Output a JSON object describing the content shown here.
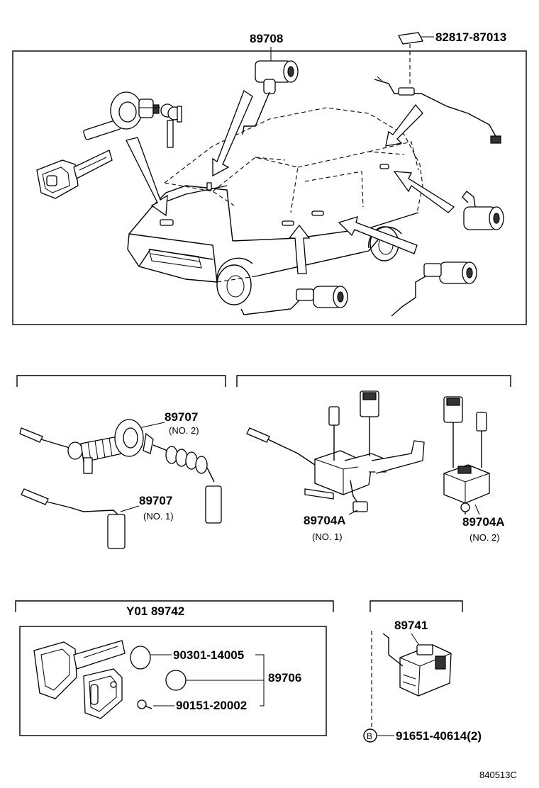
{
  "labels": {
    "p89708": "89708",
    "p82817": "82817-87013",
    "p89707_a": "89707",
    "p89707_a_sub": "(NO. 2)",
    "p89707_b": "89707",
    "p89707_b_sub": "(NO. 1)",
    "p89704a_a": "89704A",
    "p89704a_a_sub": "(NO. 1)",
    "p89704a_b": "89704A",
    "p89704a_b_sub": "(NO. 2)",
    "p89742": "Y01 89742",
    "p90301": "90301-14005",
    "p89706": "89706",
    "p90151": "90151-20002",
    "p89741": "89741",
    "p91651": "91651-40614(2)",
    "bolt_marker": "B",
    "drawing_ref": "840513C"
  }
}
